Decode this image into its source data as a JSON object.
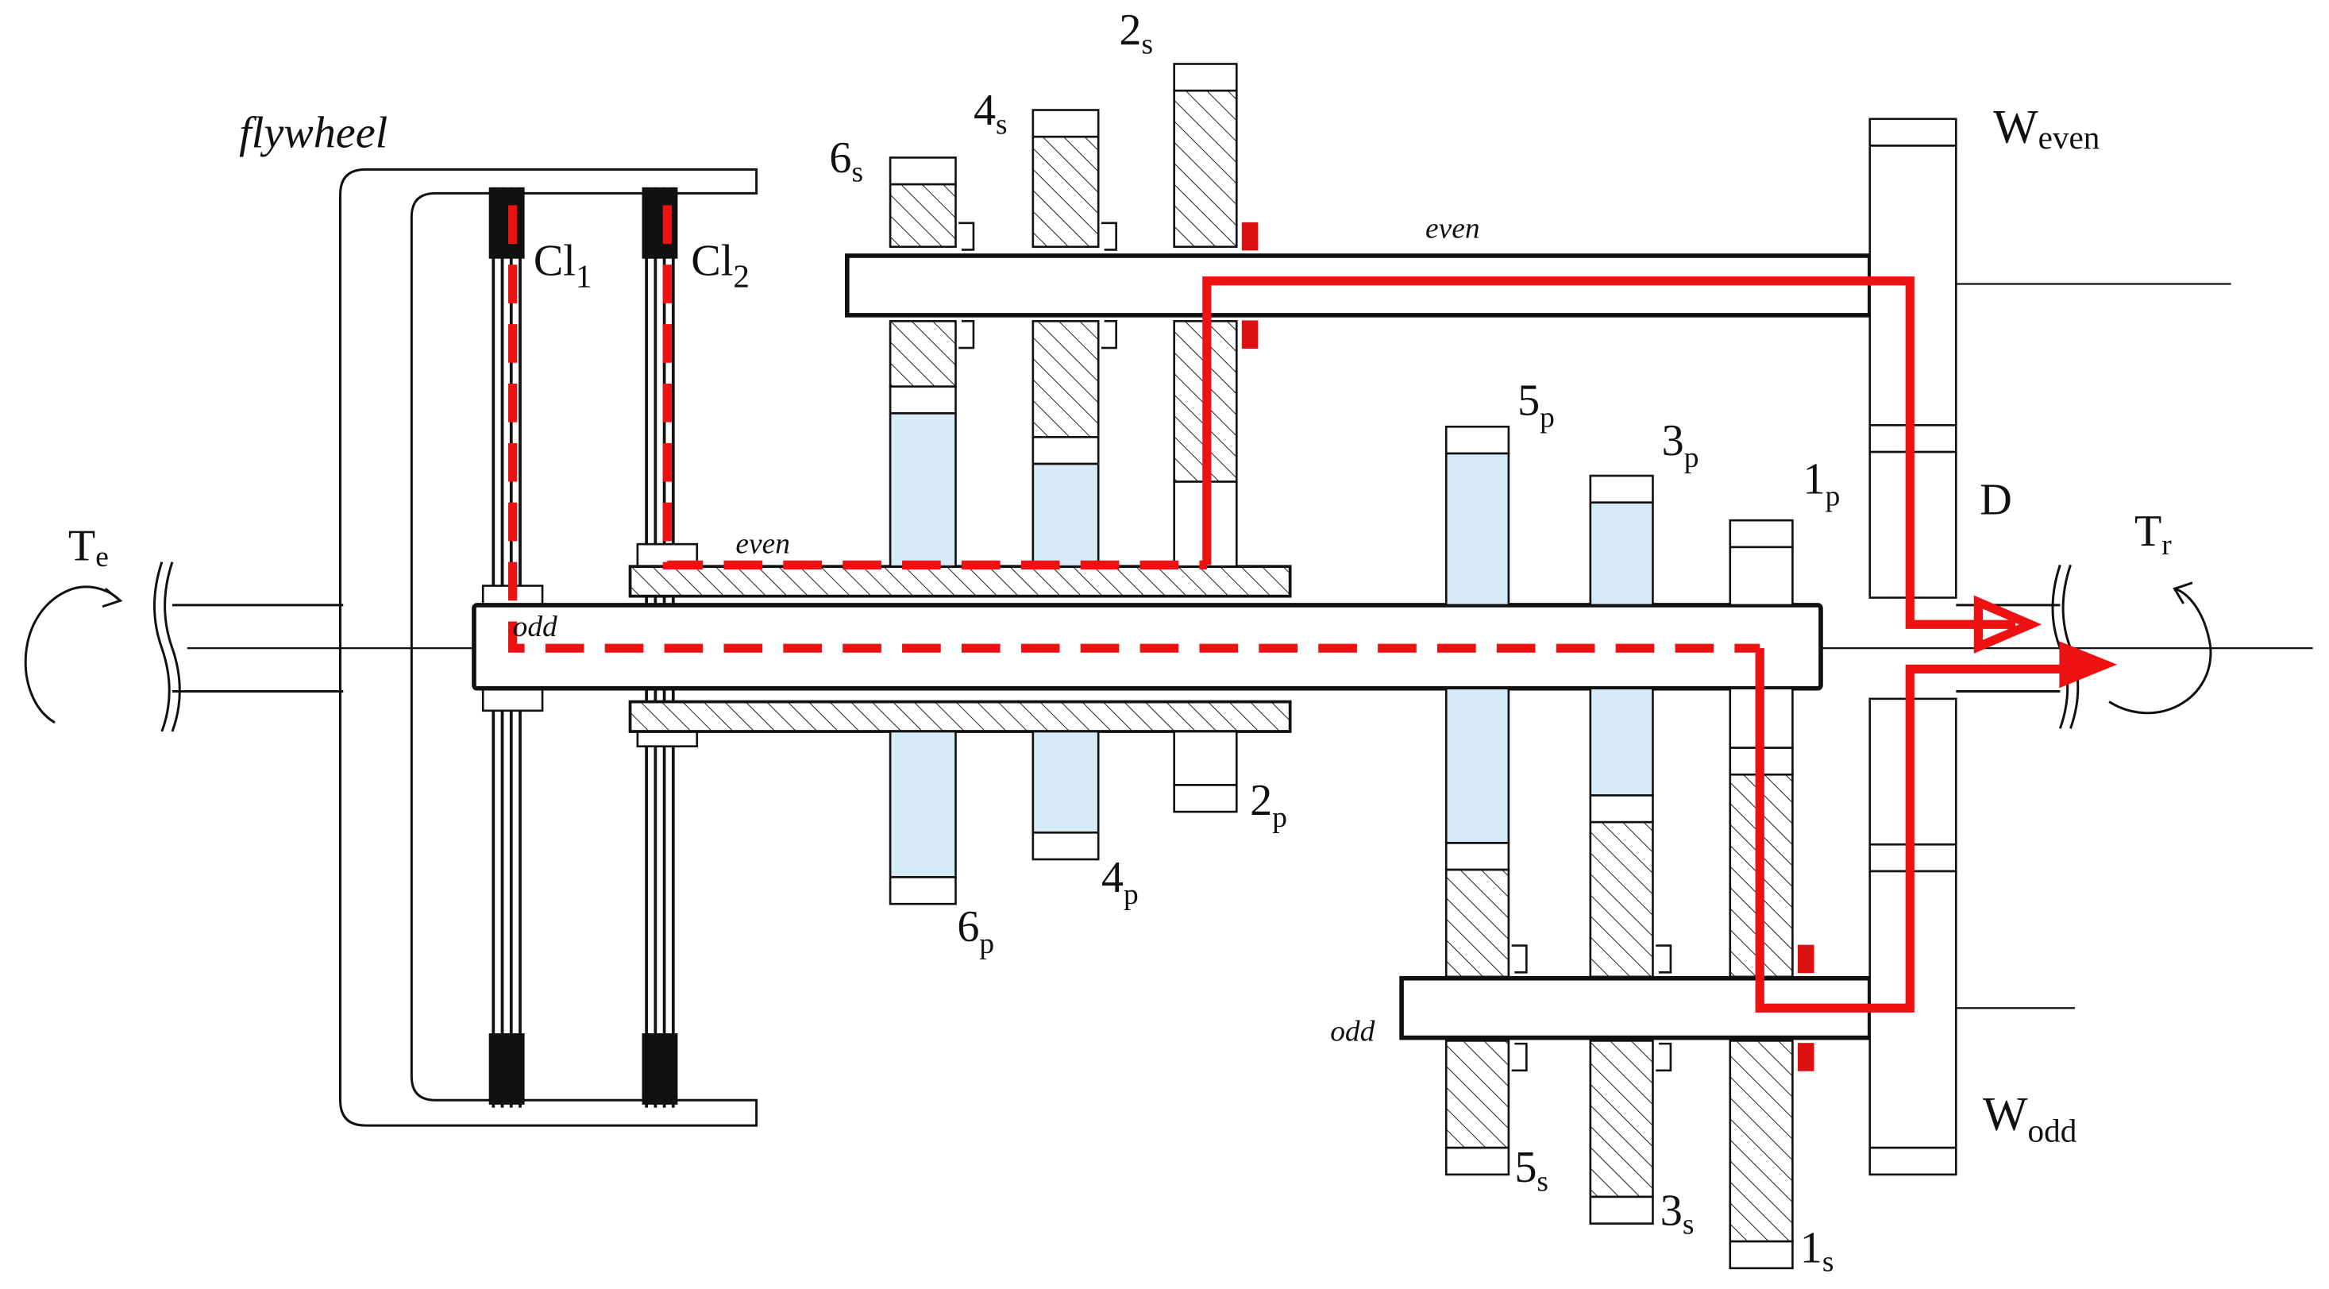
{
  "labels": {
    "flywheel": "flywheel",
    "te_main": "T",
    "te_sub": "e",
    "tr_main": "T",
    "tr_sub": "r",
    "cl1_main": "Cl",
    "cl1_sub": "1",
    "cl2_main": "Cl",
    "cl2_sub": "2",
    "even_upper": "even",
    "even_lower": "even",
    "odd_inner": "odd",
    "odd_shaft": "odd",
    "w_even_main": "W",
    "w_even_sub": "even",
    "w_odd_main": "W",
    "w_odd_sub": "odd",
    "d": "D",
    "g2s_main": "2",
    "g2s_sub": "s",
    "g4s_main": "4",
    "g4s_sub": "s",
    "g6s_main": "6",
    "g6s_sub": "s",
    "g5p_main": "5",
    "g5p_sub": "p",
    "g3p_main": "3",
    "g3p_sub": "p",
    "g1p_main": "1",
    "g1p_sub": "p",
    "g2p_main": "2",
    "g2p_sub": "p",
    "g4p_main": "4",
    "g4p_sub": "p",
    "g6p_main": "6",
    "g6p_sub": "p",
    "g5s_main": "5",
    "g5s_sub": "s",
    "g3s_main": "3",
    "g3s_sub": "s",
    "g1s_main": "1",
    "g1s_sub": "s"
  },
  "colors": {
    "power_path": "#ee1111",
    "gear_fill": "#d6eaf8",
    "line": "#111111",
    "synchronizer": "#dd1111"
  }
}
